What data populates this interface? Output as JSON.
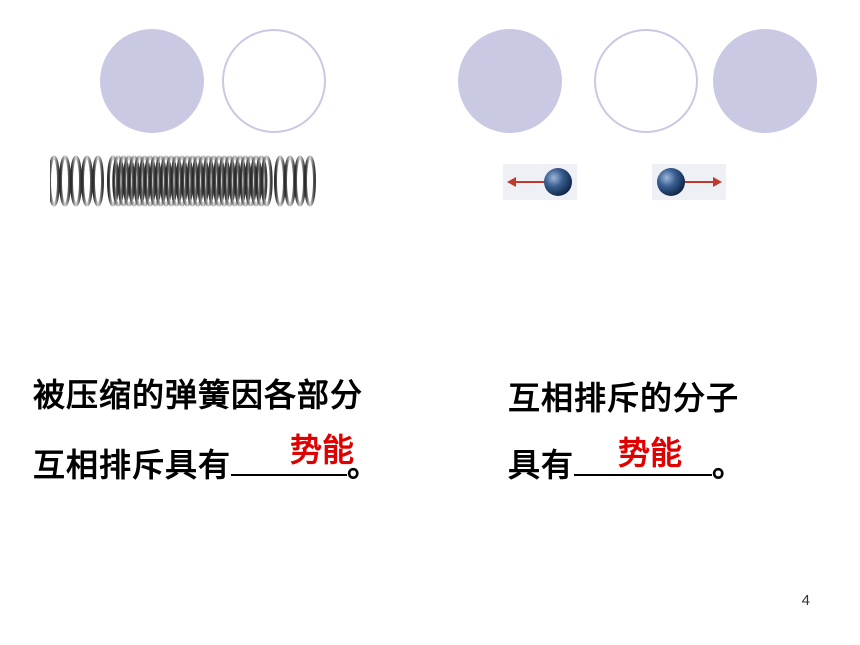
{
  "left": {
    "line1": "被压缩的弹簧因各部分",
    "line2_prefix": "互相排斥具有",
    "line2_suffix": "。",
    "answer": "势能"
  },
  "right": {
    "line1": "互相排斥的分子",
    "line2_prefix": "具有",
    "line2_suffix": "。",
    "answer": "势能"
  },
  "page_number": "4",
  "colors": {
    "circle": "#c9c9e3",
    "answer": "#e00000",
    "arrow": "#c0392b",
    "sphere": "#1f3f6e"
  }
}
